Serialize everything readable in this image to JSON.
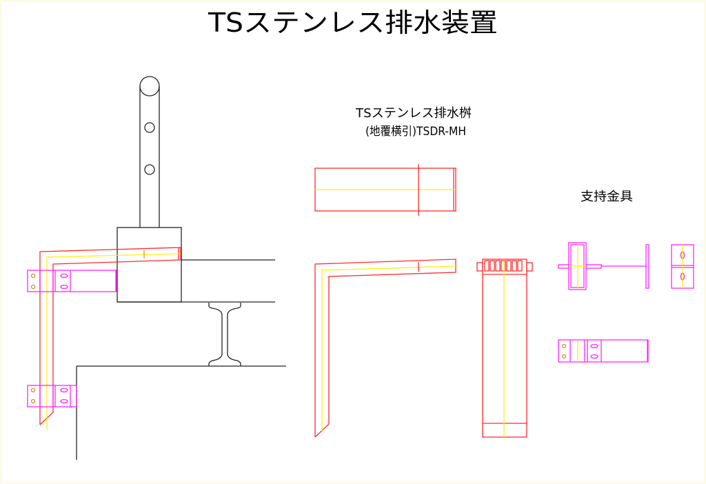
{
  "drawing": {
    "title": "TSステンレス排水装置",
    "product_name": "TSステンレス排水桝",
    "product_model": "(地覆横引)TSDR-MH",
    "bracket_label": "支持金具"
  },
  "colors": {
    "outline": "#222222",
    "pipe": "#ff2a2a",
    "centerline": "#ffee00",
    "bracket": "#ff22ff"
  }
}
